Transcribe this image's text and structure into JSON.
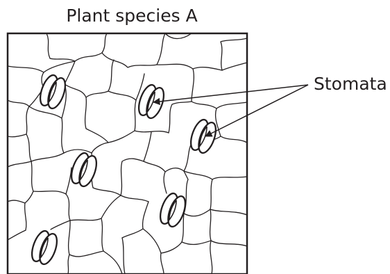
{
  "diagram": {
    "title": "Plant species A",
    "label": "Stomata",
    "stroke_color": "#231f20",
    "background_color": "#ffffff",
    "visible_stomata_count": 6,
    "labelled_stomata_count": 2
  }
}
